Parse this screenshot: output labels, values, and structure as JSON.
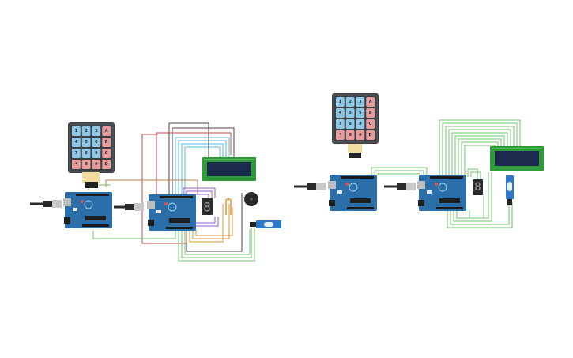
{
  "diagram": {
    "keypad_rows": [
      [
        "1",
        "2",
        "3",
        "A"
      ],
      [
        "4",
        "5",
        "6",
        "B"
      ],
      [
        "7",
        "8",
        "9",
        "C"
      ],
      [
        "*",
        "0",
        "#",
        "D"
      ]
    ],
    "seven_segment_digit": "8",
    "colors": {
      "background": "#ffffff",
      "board": "#2b6ea8",
      "board_dark": "#1d4f7a",
      "keypad_frame": "#3a3f44",
      "key_blue": "#8fc7e6",
      "key_red": "#e99a9a",
      "lcd_frame": "#2f9a3a",
      "lcd_screen": "#1c2a4e",
      "wire_green": "#6cc46c",
      "wire_cyan": "#5ab9e0",
      "wire_red": "#c94848",
      "wire_purple": "#9a5ac8",
      "wire_orange": "#e0962a",
      "wire_dark": "#444444",
      "cable": "#2a2a2a"
    }
  }
}
